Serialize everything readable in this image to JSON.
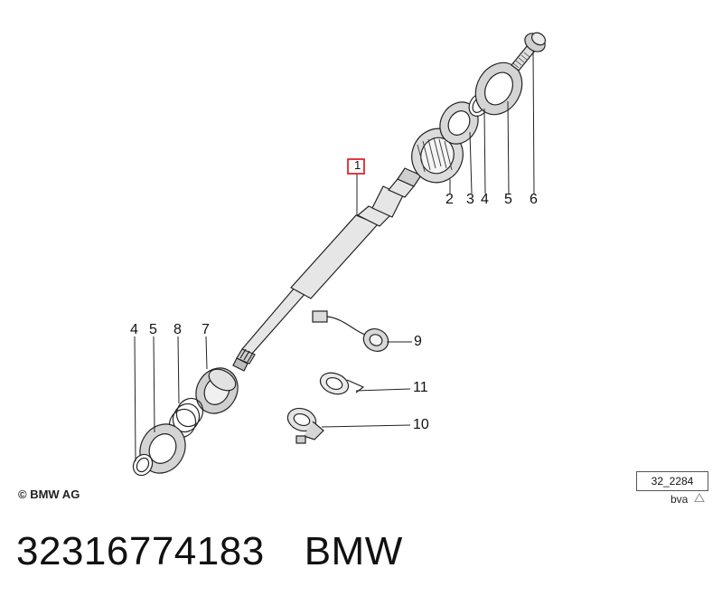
{
  "diagram": {
    "callouts": {
      "c1": "1",
      "c2": "2",
      "c3": "3",
      "c4_top": "4",
      "c5_top": "5",
      "c6": "6",
      "c4_bottom": "4",
      "c5_bottom": "5",
      "c8": "8",
      "c7": "7",
      "c9": "9",
      "c11": "11",
      "c10": "10"
    },
    "highlight_color": "#e0262b",
    "line_color": "#222222",
    "part_fill": "#d9d9d9"
  },
  "footer": {
    "copyright": "© BMW AG",
    "ref_code": "32_2284",
    "bva": "bva"
  },
  "caption": {
    "part_number": "32316774183",
    "brand": "BMW"
  }
}
